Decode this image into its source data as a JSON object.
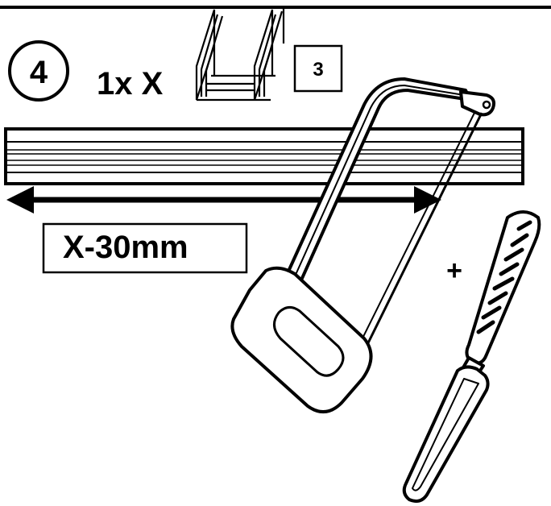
{
  "step": {
    "number": "4",
    "quantity_text": "1x X",
    "part_number": "3"
  },
  "measurement": {
    "label": "X-30mm"
  },
  "plus_sign": "+",
  "colors": {
    "ink": "#000000",
    "paper": "#ffffff"
  },
  "icons": [
    "profile-section-icon",
    "hacksaw-icon",
    "file-tool-icon",
    "double-arrow-icon"
  ]
}
